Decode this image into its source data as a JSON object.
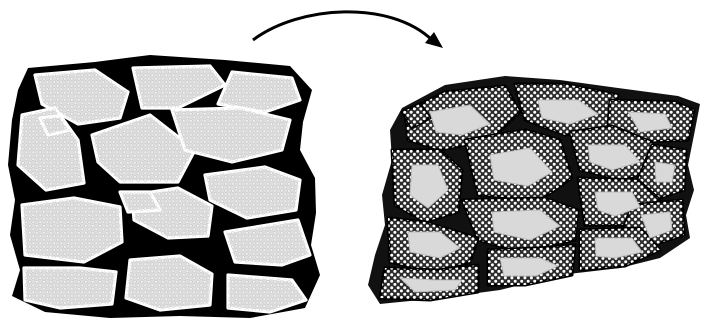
{
  "figure": {
    "panels": [
      {
        "id": "left-aggregate",
        "state": "before",
        "grain_count": 15
      },
      {
        "id": "right-aggregate",
        "state": "after",
        "grain_count": 15
      }
    ],
    "arrow": {
      "direction": "left-to-right"
    },
    "colors": {
      "background": "#ffffff",
      "matrix_left": "#000000",
      "matrix_right": "#111111",
      "grain_fill_left": "#dedede",
      "grain_fill_right": "#2b2b2b",
      "core_fill_right": "#d9d9d9",
      "dot": "#ffffff",
      "arrow": "#000000"
    }
  }
}
